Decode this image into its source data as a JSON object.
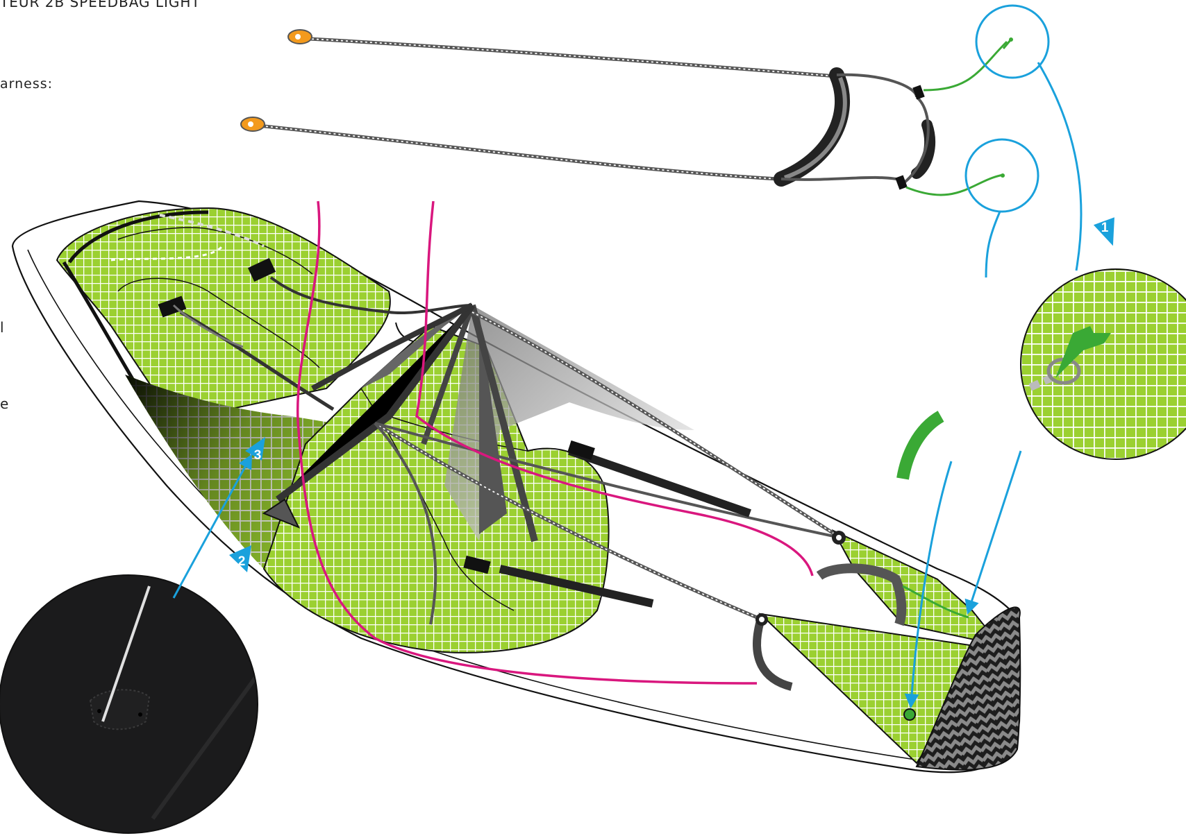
{
  "texts": {
    "title_fragment": "TEUR 2B SPEEDBAG LIGHT",
    "harness_fragment": "arness:",
    "frag_l": "l",
    "frag_e": "e"
  },
  "markers": [
    {
      "id": "1",
      "label": "1"
    },
    {
      "id": "2",
      "label": "2"
    },
    {
      "id": "3",
      "label": "3"
    }
  ],
  "colors": {
    "mesh": "#9bd031",
    "pointer": "#1aa1dc",
    "magenta_line": "#d9177e",
    "green_line": "#3aa935",
    "dark_strap": "#222222",
    "photo_bg": "#1b1b1c"
  }
}
